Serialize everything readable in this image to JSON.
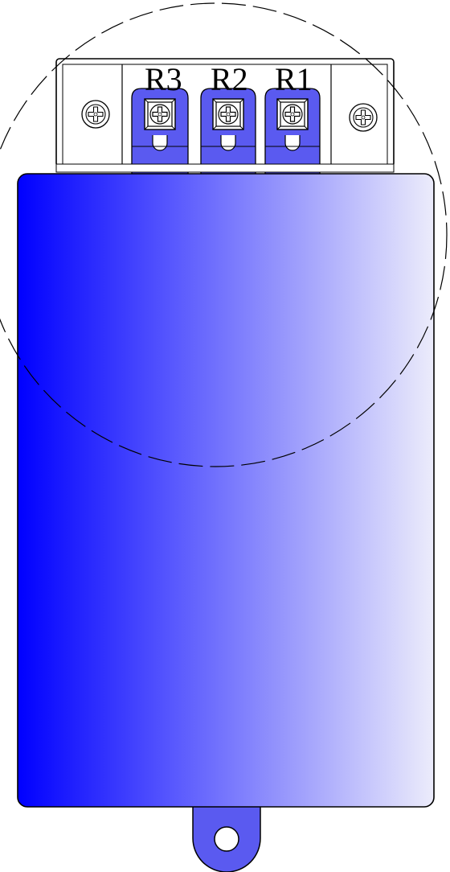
{
  "terminals": [
    {
      "label": "R3"
    },
    {
      "label": "R2"
    },
    {
      "label": "R1"
    }
  ],
  "colors": {
    "body_gradient_start": "#0000ff",
    "body_gradient_end": "#ececfb",
    "tab_fill": "#5a5af0",
    "tab_fill_dark": "#4b4bea",
    "strip_fill": "#ffffff",
    "outline": "#000000"
  }
}
